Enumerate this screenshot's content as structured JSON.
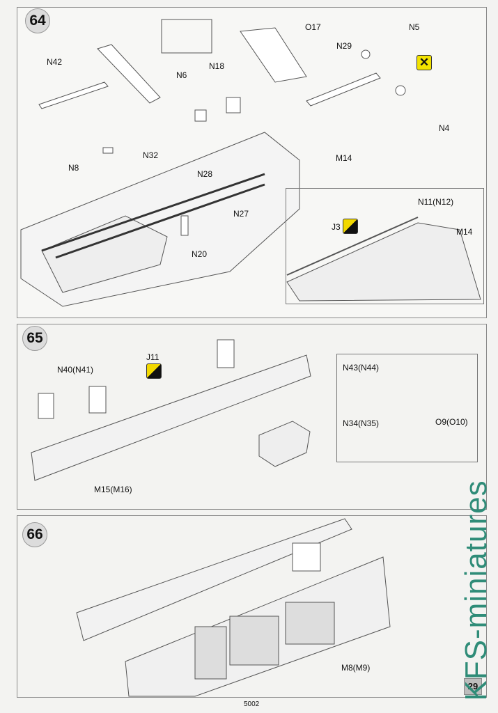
{
  "steps": [
    {
      "number": "64",
      "labels": [
        "O17",
        "N5",
        "N29",
        "N42",
        "N6",
        "N18",
        "N4",
        "N32",
        "N8",
        "M14",
        "N28",
        "N27",
        "N20",
        "N11(N12)",
        "J3",
        "M14"
      ]
    },
    {
      "number": "65",
      "labels": [
        "J11",
        "N40(N41)",
        "N43(N44)",
        "N34(N35)",
        "O9(O10)",
        "M15(M16)"
      ]
    },
    {
      "number": "66",
      "labels": [
        "M8(M9)"
      ]
    }
  ],
  "page_number": "29",
  "catalog_code": "5002",
  "watermark": "KFS-miniatures",
  "icons": {
    "remove": "x-remove-icon",
    "paint": "paint-color-icon"
  },
  "colors": {
    "warning_yellow": "#f2e200",
    "watermark": "#2f8c78"
  }
}
